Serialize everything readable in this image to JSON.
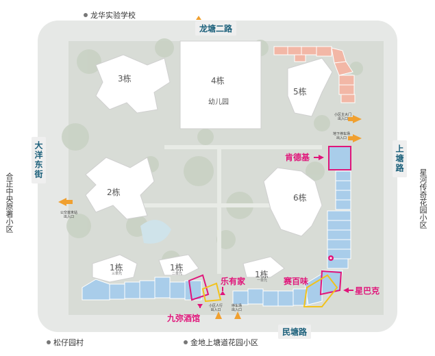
{
  "roads": {
    "north": "龙塘二路",
    "south": "民塘路",
    "east": "上塘路",
    "west": "大洋东街"
  },
  "pois": {
    "top": "龙华实验学校",
    "left": "合正中央原著小区",
    "right": "星河传奇花园小区",
    "bottom_left": "松仔园村",
    "bottom_right": "金地上塘道花园小区"
  },
  "buildings": {
    "b3": "3栋",
    "b4": "4栋",
    "kindergarten": "幼儿园",
    "b5": "5栋",
    "b2": "2栋",
    "b6": "6栋",
    "b1a": "1栋",
    "b1b": "1栋",
    "b1c": "1栋",
    "b1a_sub": "三单元",
    "b1b_sub": "二单元",
    "b1c_sub": "一单元"
  },
  "entrances": {
    "main": "小区主大门\n出入口",
    "garage_east": "地下停车场\n出入口",
    "bus": "公交首末站\n出入口",
    "pedestrian": "小区人行\n出入口",
    "garage_south": "停车场\n出入口"
  },
  "shops": {
    "kfc": "肯德基",
    "leyoujia": "乐有家",
    "jiumi": "九弥酒馆",
    "saibaiwei": "赛百味",
    "starbucks": "星巴克"
  },
  "colors": {
    "shop_text": "#e0157a",
    "road_text": "#1a5f7a",
    "retail_blue": "#a9cdea",
    "residential_pink": "#f2b7a6",
    "arrow_orange": "#f0a030",
    "highlight_yellow": "#f2c21b"
  }
}
